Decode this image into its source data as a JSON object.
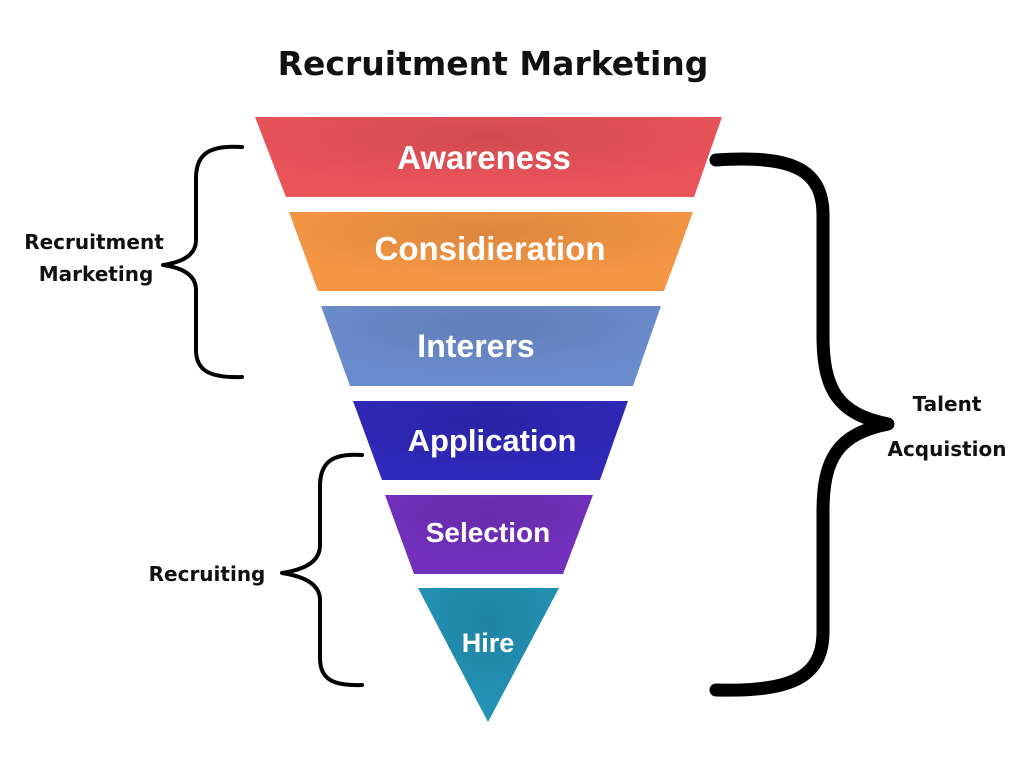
{
  "title": "Recruitment Marketing",
  "stages": [
    {
      "label": "Awareness",
      "color": "#e9535a"
    },
    {
      "label": "Considieration",
      "color": "#f59644"
    },
    {
      "label": "Interers",
      "color": "#6b8ccc"
    },
    {
      "label": "Application",
      "color": "#3028b8"
    },
    {
      "label": "Selection",
      "color": "#7230bd"
    },
    {
      "label": "Hire",
      "color": "#2392b4"
    }
  ],
  "groups": {
    "recruitment_marketing": {
      "lines": [
        "Recruitment",
        "Marketing"
      ]
    },
    "recruiting": {
      "lines": [
        "Recruiting"
      ]
    },
    "talent_acquisition": {
      "lines": [
        "Talent",
        "Acquistion"
      ]
    }
  }
}
